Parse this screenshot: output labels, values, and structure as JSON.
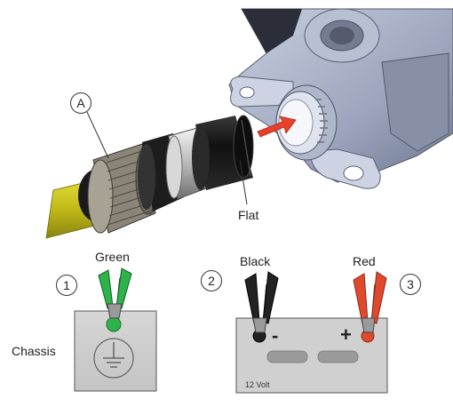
{
  "callouts": {
    "a": "A",
    "one": "1",
    "two": "2",
    "three": "3"
  },
  "labels": {
    "flat": "Flat",
    "green": "Green",
    "black": "Black",
    "red": "Red",
    "chassis": "Chassis",
    "minus": "-",
    "plus": "+",
    "battery_voltage": "12 Volt"
  },
  "colors": {
    "clip_green": "#2db34a",
    "clip_red": "#e0492e",
    "clip_black": "#222222",
    "cable_yellow": "#c9c21a",
    "arrow_red": "#e8402a",
    "panel_grey": "#cfcfcf",
    "pump_blue_grey": "#9aa3b8"
  },
  "icons": [
    "ground-symbol-icon",
    "battery-icon",
    "arrow-icon"
  ]
}
